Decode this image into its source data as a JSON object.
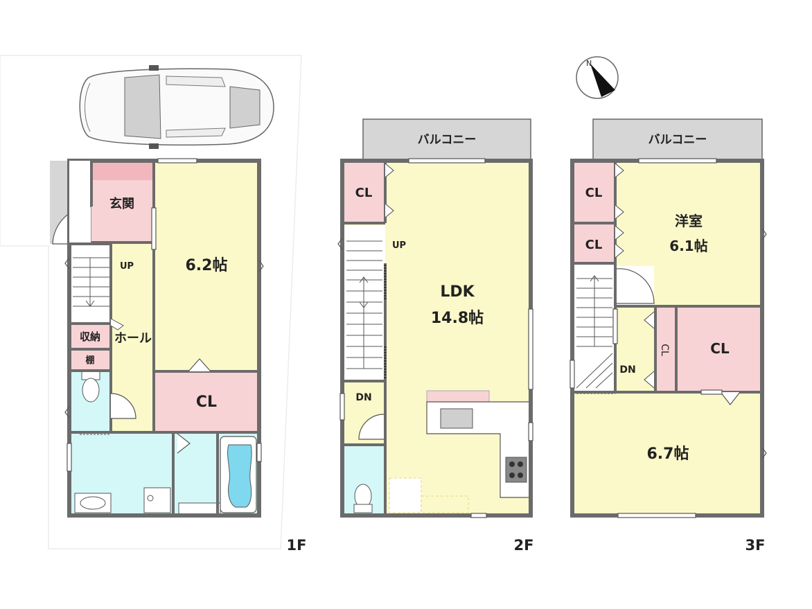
{
  "floors": {
    "f1": {
      "label": "1F",
      "rooms": {
        "genkan": "玄関",
        "room": "6.2帖",
        "up": "UP",
        "storage": "収納",
        "hall": "ホール",
        "shelf": "棚",
        "cl": "CL"
      }
    },
    "f2": {
      "label": "2F",
      "rooms": {
        "balcony": "バルコニー",
        "cl": "CL",
        "up": "UP",
        "ldk": "LDK",
        "ldk_size": "14.8帖",
        "dn": "DN"
      }
    },
    "f3": {
      "label": "3F",
      "rooms": {
        "balcony": "バルコニー",
        "cl1": "CL",
        "cl2": "CL",
        "yoshitsu": "洋室",
        "yoshitsu_size": "6.1帖",
        "dn": "DN",
        "cl_small": "CL",
        "cl_big": "CL",
        "room": "6.7帖"
      }
    }
  },
  "colors": {
    "yellow": "#fbf9c9",
    "pink": "#f8d3d6",
    "cyan": "#d4f7f8",
    "gray": "#d6d6d6",
    "wall": "#6b6b6b"
  },
  "icons": {
    "compass": "north-compass-icon",
    "car": "car-icon"
  }
}
